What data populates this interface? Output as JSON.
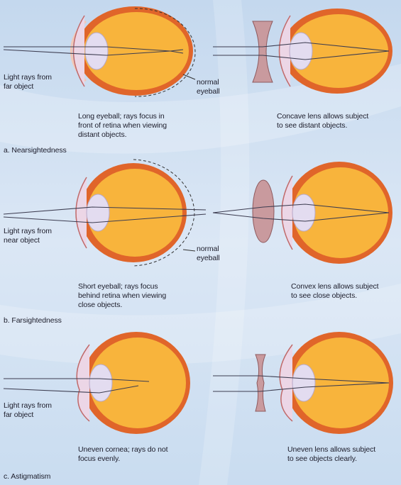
{
  "sections": [
    {
      "caption": "a. Nearsightedness",
      "left_ray_label": "Light rays from\nfar object",
      "normal_label": "normal\neyeball",
      "left_desc": "Long eyeball; rays focus in\nfront of retina when viewing\ndistant objects.",
      "right_desc": "Concave lens allows subject\nto see distant objects."
    },
    {
      "caption": "b. Farsightedness",
      "left_ray_label": "Light rays from\nnear object",
      "normal_label": "normal\neyeball",
      "left_desc": "Short eyeball; rays focus\nbehind retina when viewing\nclose objects.",
      "right_desc": "Convex lens allows subject\nto see close objects."
    },
    {
      "caption": "c. Astigmatism",
      "left_ray_label": "Light rays from\nfar object",
      "left_desc": "Uneven cornea; rays do not\nfocus evenly.",
      "right_desc": "Uneven lens allows subject\nto see objects clearly."
    }
  ],
  "colors": {
    "background": "#cfe0f2",
    "sclera": "#e0652a",
    "vitreous": "#f8b43c",
    "lens": "#e3dcf0",
    "corrective_lens": "#c99a9e",
    "ray": "#3c3c50"
  }
}
